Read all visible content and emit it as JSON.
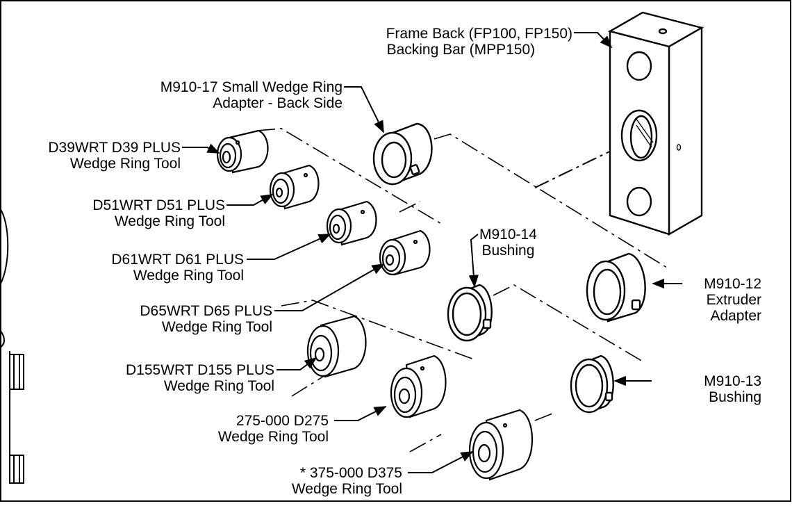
{
  "labels": {
    "frame_back": {
      "line1": "Frame Back (FP100, FP150)",
      "line2": "Backing Bar (MPP150)"
    },
    "m910_17": {
      "line1": "M910-17 Small Wedge Ring",
      "line2": "Adapter - Back Side"
    },
    "d39": {
      "line1": "D39WRT D39 PLUS",
      "line2": "Wedge Ring Tool"
    },
    "d51": {
      "line1": "D51WRT D51 PLUS",
      "line2": "Wedge Ring Tool"
    },
    "d61": {
      "line1": "D61WRT D61 PLUS",
      "line2": "Wedge Ring Tool"
    },
    "d65": {
      "line1": "D65WRT D65 PLUS",
      "line2": "Wedge Ring Tool"
    },
    "m910_14": {
      "line1": "M910-14",
      "line2": "Bushing"
    },
    "m910_12": {
      "line1": "M910-12",
      "line2": "Extruder",
      "line3": "Adapter"
    },
    "d155": {
      "line1": "D155WRT D155 PLUS",
      "line2": "Wedge Ring Tool"
    },
    "m910_13": {
      "line1": "M910-13",
      "line2": "Bushing"
    },
    "d275": {
      "line1": "275-000 D275",
      "line2": "Wedge Ring Tool"
    },
    "d375": {
      "line1": "*  375-000 D375",
      "line2": "Wedge Ring Tool"
    }
  }
}
